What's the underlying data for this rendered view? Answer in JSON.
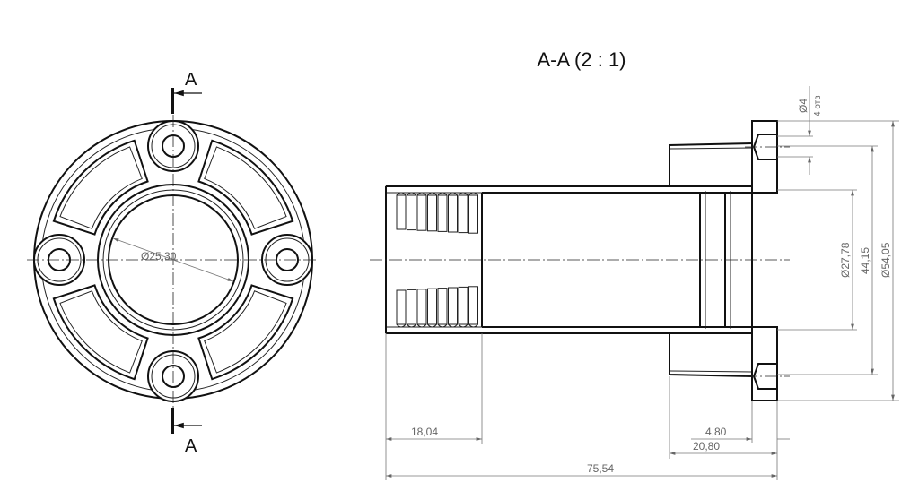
{
  "section_title": "A-A (2 : 1)",
  "section_marker_top": "A",
  "section_marker_bottom": "A",
  "dimensions": {
    "bore_diameter": "Ø25,30",
    "hole_diameter": "Ø4",
    "hole_count": "4 отв",
    "inner_diameter": "Ø27,78",
    "hole_spacing": "44,15",
    "flange_diameter": "Ø54,05",
    "thread_length": "18,04",
    "flange_thickness": "4,80",
    "boss_length": "20,80",
    "total_length": "75,54"
  }
}
